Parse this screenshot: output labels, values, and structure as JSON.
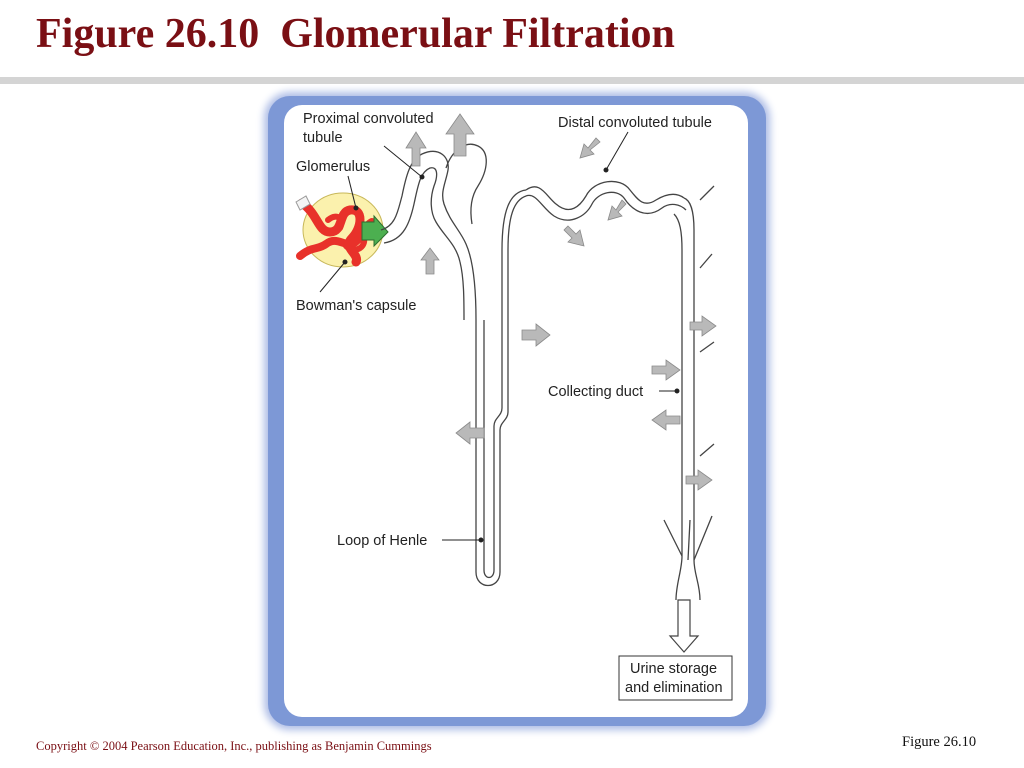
{
  "slide": {
    "title": "Figure 26.10  Glomerular Filtration",
    "copyright": "Copyright © 2004 Pearson Education, Inc., publishing as Benjamin Cummings",
    "figure_label": "Figure 26.10"
  },
  "diagram": {
    "labels": {
      "proximal_line1": "Proximal convoluted",
      "proximal_line2": "tubule",
      "glomerulus": "Glomerulus",
      "bowmans": "Bowman's capsule",
      "distal": "Distal convoluted tubule",
      "collecting": "Collecting duct",
      "henle": "Loop of Henle",
      "urine_line1": "Urine storage",
      "urine_line2": "and elimination"
    },
    "colors": {
      "title": "#7a0f14",
      "panel_border": "#7d98d6",
      "capillary": "#e8312a",
      "capsule": "#fbf1ad",
      "filtration_arrow": "#4caf50",
      "transport_arrow": "#b9b9b9"
    }
  }
}
